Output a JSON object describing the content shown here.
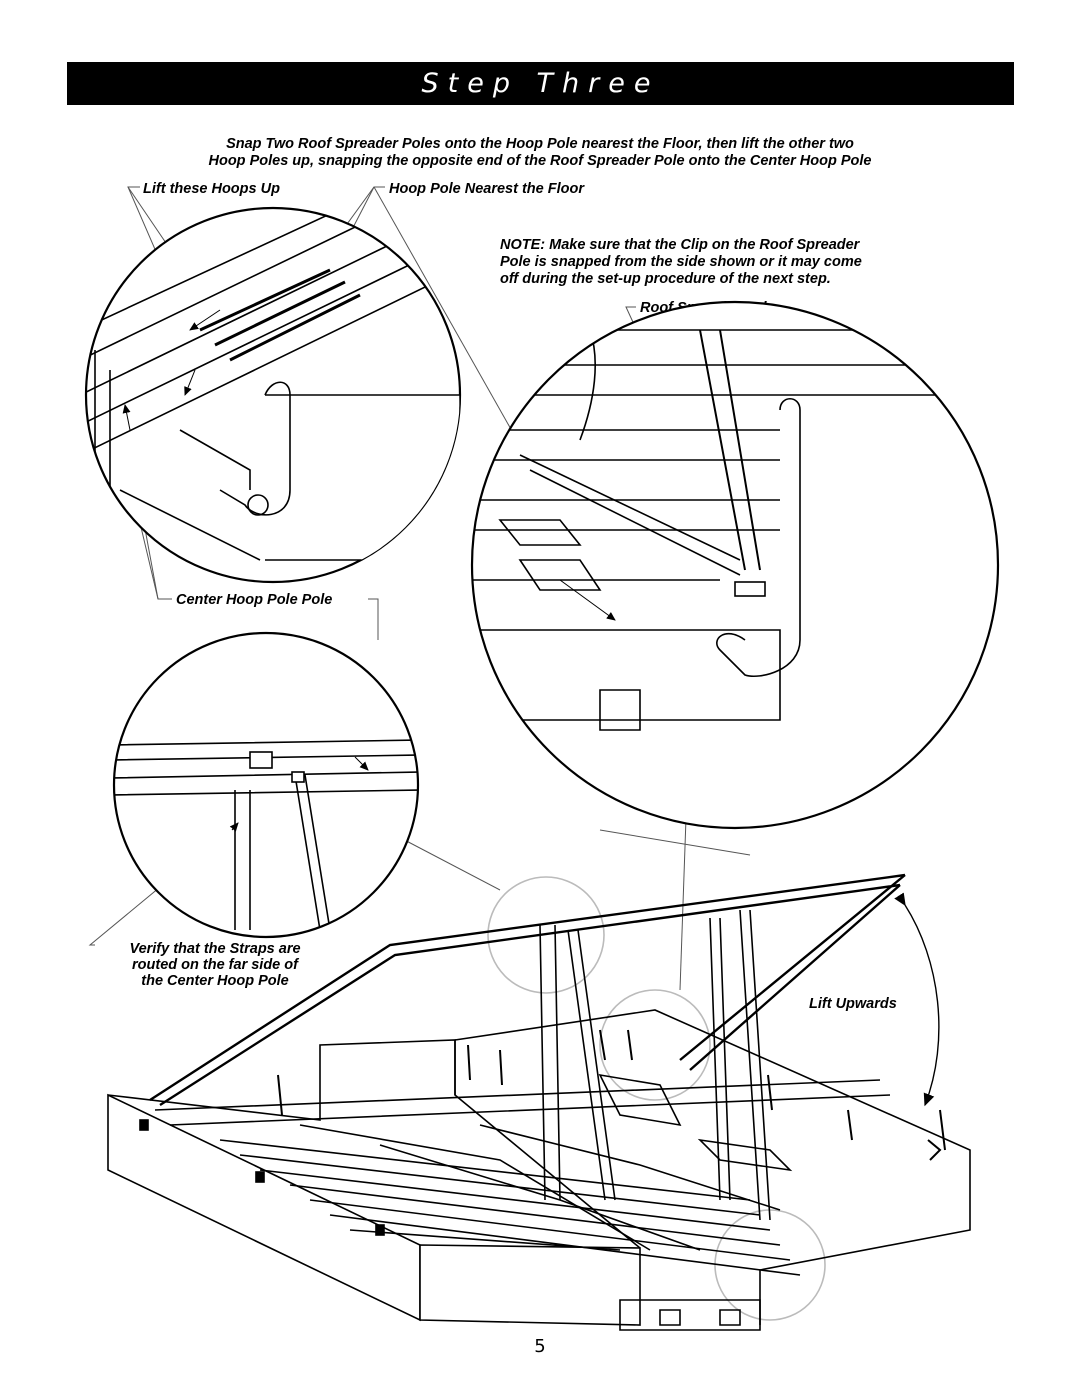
{
  "header": {
    "title": "Step Three"
  },
  "instruction": {
    "line1": "Snap Two Roof Spreader Poles onto the Hoop Pole nearest the Floor, then lift the other two",
    "line2": "Hoop Poles up, snapping the opposite end of the Roof Spreader Pole onto the Center Hoop Pole"
  },
  "labels": {
    "lift_hoops": "Lift these Hoops Up",
    "hoop_pole_nearest": "Hoop Pole Nearest the Floor",
    "roof_spreader_pole": "Roof Spreader Pole",
    "center_hoop_pole": "Center Hoop Pole Pole",
    "lift_upwards": "Lift Upwards"
  },
  "note": {
    "line1": "NOTE: Make sure that the Clip on the Roof Spreader",
    "line2": "Pole is snapped from the side shown or it may come",
    "line3": "off during the set-up procedure of the next step."
  },
  "verify": {
    "line1": "Verify that the Straps are",
    "line2": "routed on the far side of",
    "line3": "the Center Hoop Pole"
  },
  "page_number": "5"
}
